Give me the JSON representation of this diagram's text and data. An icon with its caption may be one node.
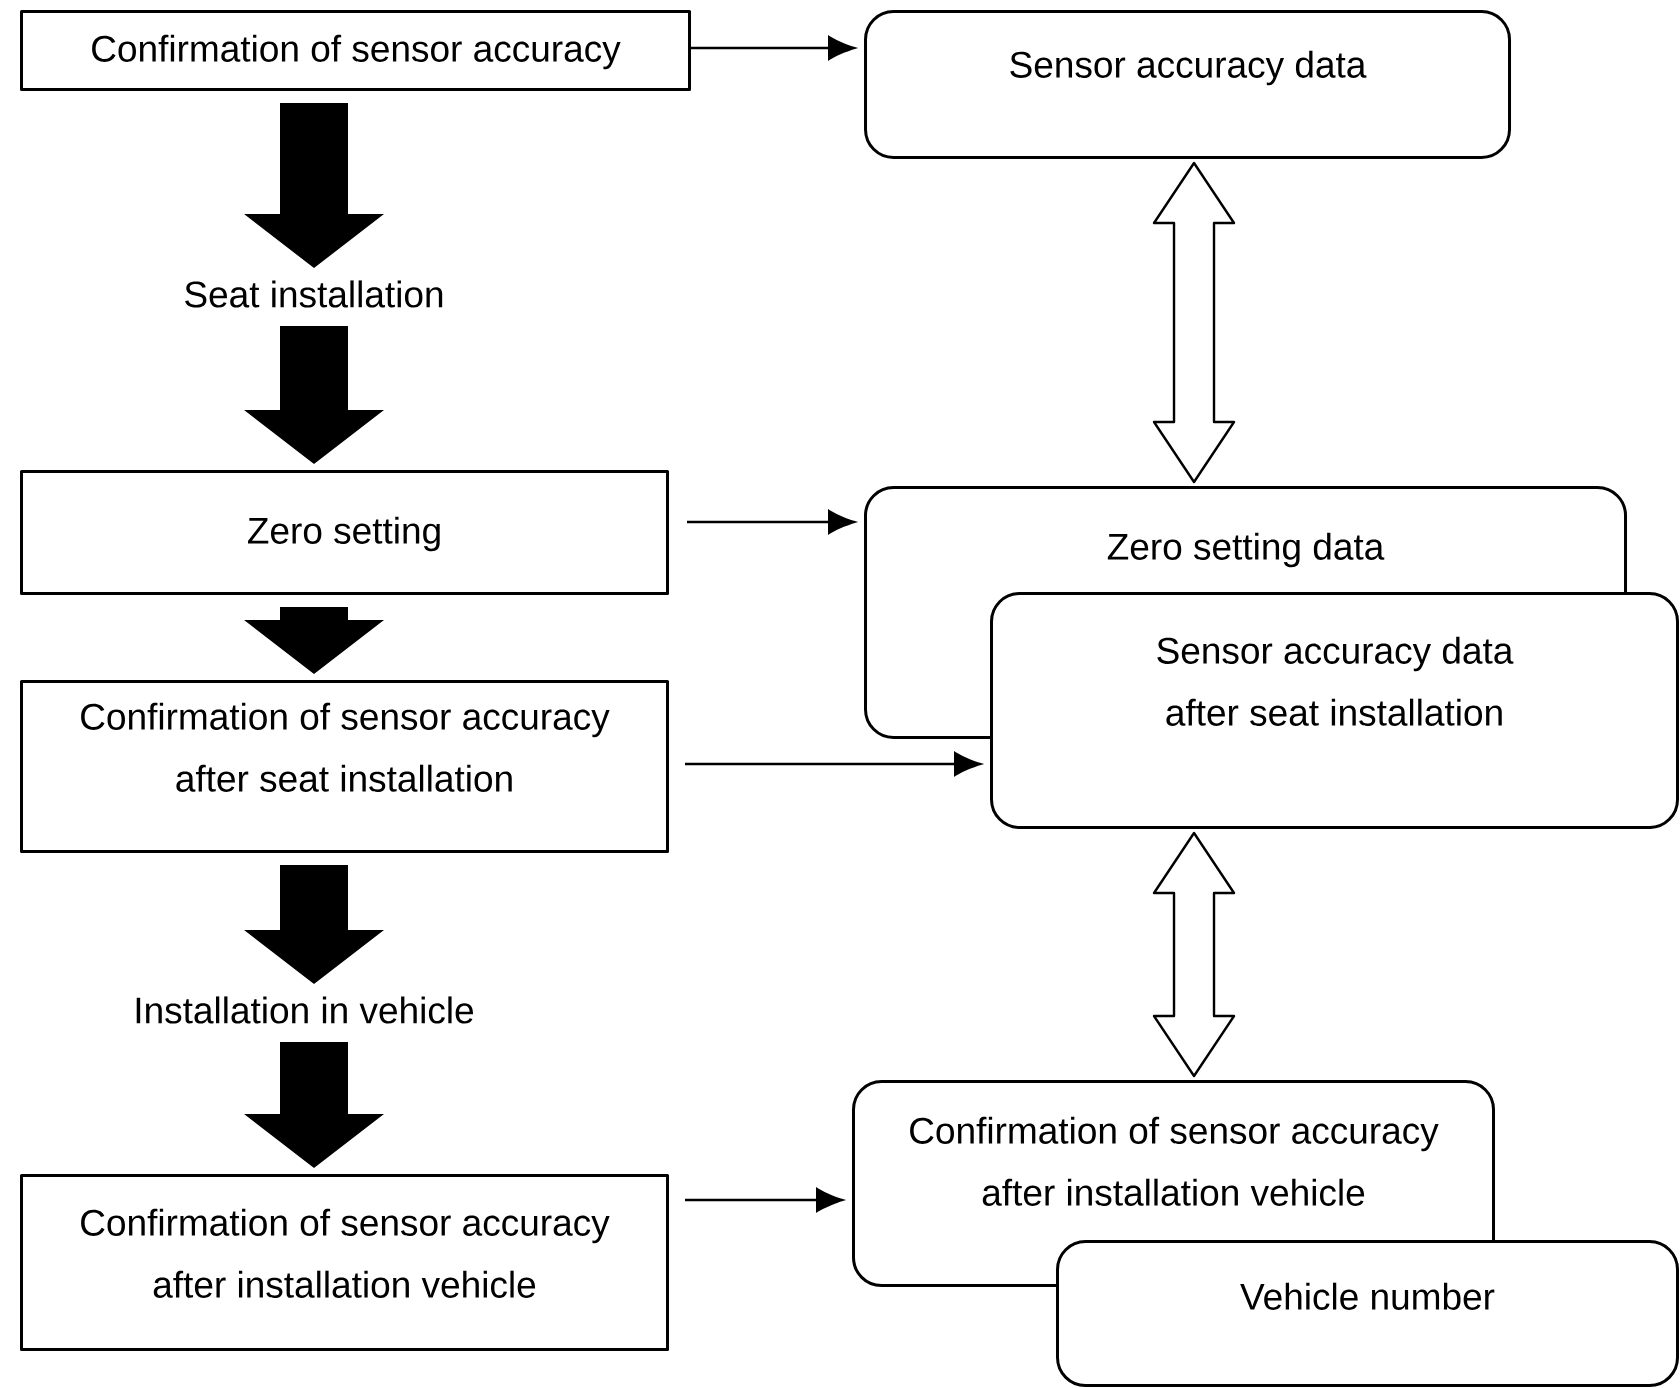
{
  "diagram": {
    "nodes": [
      {
        "text": [
          "Confirmation of sensor accuracy"
        ]
      },
      {
        "text": [
          "Seat installation"
        ]
      },
      {
        "text": [
          "Zero setting"
        ]
      },
      {
        "text": [
          "Confirmation of sensor accuracy after seat installation"
        ]
      },
      {
        "text": [
          "Installation in vehicle"
        ]
      },
      {
        "text": [
          "Confirmation of sensor accuracy after installation vehicle"
        ]
      },
      {
        "text": [
          "Sensor accuracy data"
        ]
      },
      {
        "text": [
          "Zero setting data"
        ]
      },
      {
        "text": [
          "Sensor accuracy data after seat installation"
        ]
      },
      {
        "text": [
          "Confirmation of sensor accuracy after installation vehicle"
        ]
      },
      {
        "text": [
          "Vehicle number"
        ]
      }
    ],
    "edges": [
      {
        "from": 0,
        "to": 1,
        "arrow": "to",
        "style": "thick"
      },
      {
        "from": 1,
        "to": 2,
        "arrow": "to",
        "style": "thick"
      },
      {
        "from": 2,
        "to": 3,
        "arrow": "to",
        "style": "thick"
      },
      {
        "from": 3,
        "to": 4,
        "arrow": "to",
        "style": "thick"
      },
      {
        "from": 4,
        "to": 5,
        "arrow": "to",
        "style": "thick"
      },
      {
        "from": 0,
        "to": 6,
        "arrow": "to"
      },
      {
        "from": 2,
        "to": 7,
        "arrow": "to"
      },
      {
        "from": 3,
        "to": 8,
        "arrow": "to"
      },
      {
        "from": 5,
        "to": 9,
        "arrow": "to"
      },
      {
        "from": 6,
        "to": 7,
        "arrow": "both",
        "style": "thick"
      },
      {
        "from": 8,
        "to": 9,
        "arrow": "both",
        "style": "thick"
      }
    ]
  }
}
